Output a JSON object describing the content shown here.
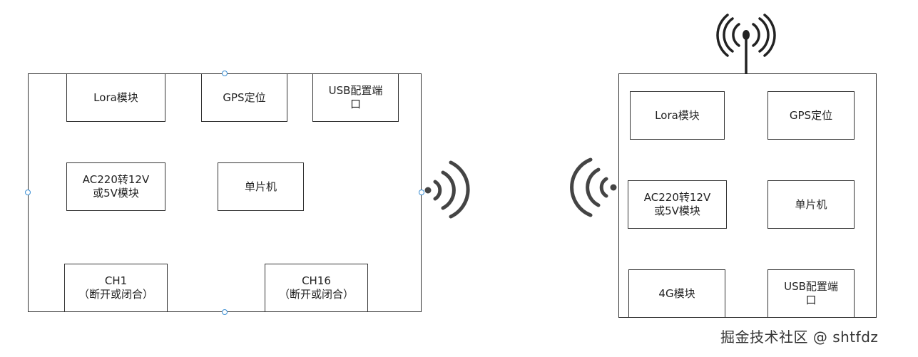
{
  "left_device": {
    "modules": {
      "lora": "Lora模块",
      "gps": "GPS定位",
      "usb": "USB配置端\n口",
      "power": "AC220转12V\n或5V模块",
      "mcu": "单片机",
      "ch1": "CH1\n（断开或闭合）",
      "ch16": "CH16\n（断开或闭合）"
    },
    "icons": {
      "wireless": "wifi-signal-icon"
    }
  },
  "right_device": {
    "modules": {
      "lora": "Lora模块",
      "gps": "GPS定位",
      "power": "AC220转12V\n或5V模块",
      "mcu": "单片机",
      "g4": "4G模块",
      "usb": "USB配置端\n口"
    },
    "icons": {
      "wireless": "wifi-signal-icon",
      "antenna": "antenna-icon"
    }
  },
  "colors": {
    "line": "#333333",
    "handle": "#3b8fd4",
    "background": "#ffffff"
  },
  "watermark": "掘金技术社区 @ shtfdz"
}
